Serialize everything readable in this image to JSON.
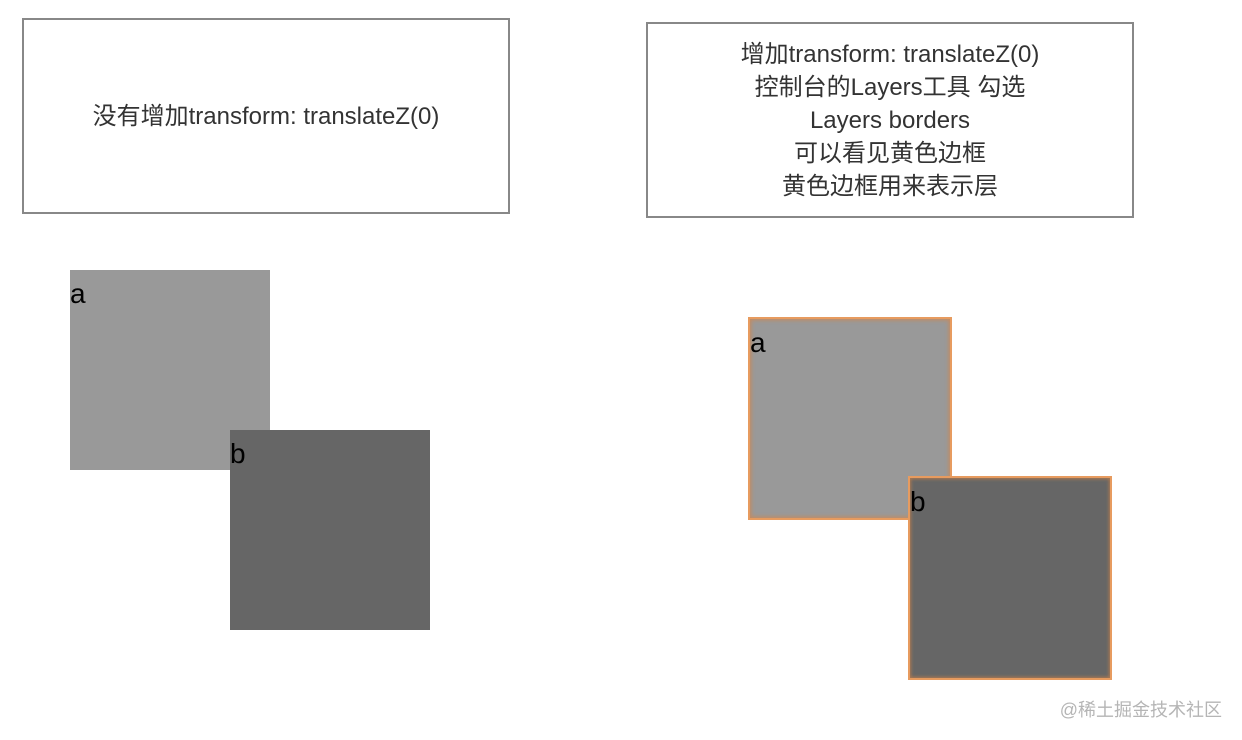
{
  "left_panel": {
    "caption": "没有增加transform: translateZ(0)",
    "square_a_label": "a",
    "square_b_label": "b"
  },
  "right_panel": {
    "caption_lines": [
      "增加transform: translateZ(0)",
      "控制台的Layers工具 勾选",
      "Layers borders",
      "可以看见黄色边框",
      "黄色边框用来表示层"
    ],
    "square_a_label": "a",
    "square_b_label": "b"
  },
  "watermark": "@稀土掘金技术社区",
  "colors": {
    "square_a": "#999999",
    "square_b": "#666666",
    "layer_border": "#e79b5f",
    "box_border": "#888888"
  }
}
